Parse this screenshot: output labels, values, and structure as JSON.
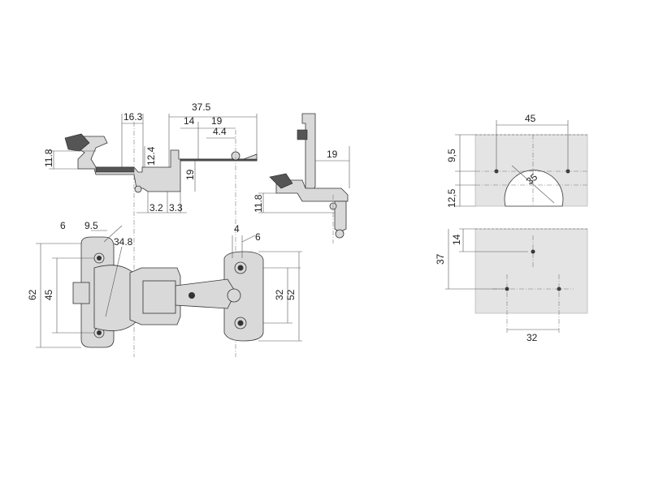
{
  "dimensions": {
    "top_left_16_3": "16.3",
    "top_left_11_8": "11.8",
    "top_left_12_4": "12.4",
    "top_37_5": "37.5",
    "top_14": "14",
    "top_19": "19",
    "top_4_4": "4.4",
    "top_19_vert": "19",
    "bottom_3_2": "3.2",
    "bottom_3_3": "3.3",
    "side_19": "19",
    "side_11_8": "11.8",
    "plan_6_left": "6",
    "plan_9_5": "9.5",
    "plan_34_8": "34.8",
    "plan_4": "4",
    "plan_6_right": "6",
    "plan_62": "62",
    "plan_45": "45",
    "plan_32": "32",
    "plan_52": "52",
    "door_45": "45",
    "door_9_5": "9,5",
    "door_12_5": "12,5",
    "door_35": "35",
    "frame_14": "14",
    "frame_37": "37",
    "frame_32": "32"
  },
  "colors": {
    "line": "#333333",
    "part_fill": "#d9d9d9",
    "panel_fill": "#e4e4e4"
  }
}
